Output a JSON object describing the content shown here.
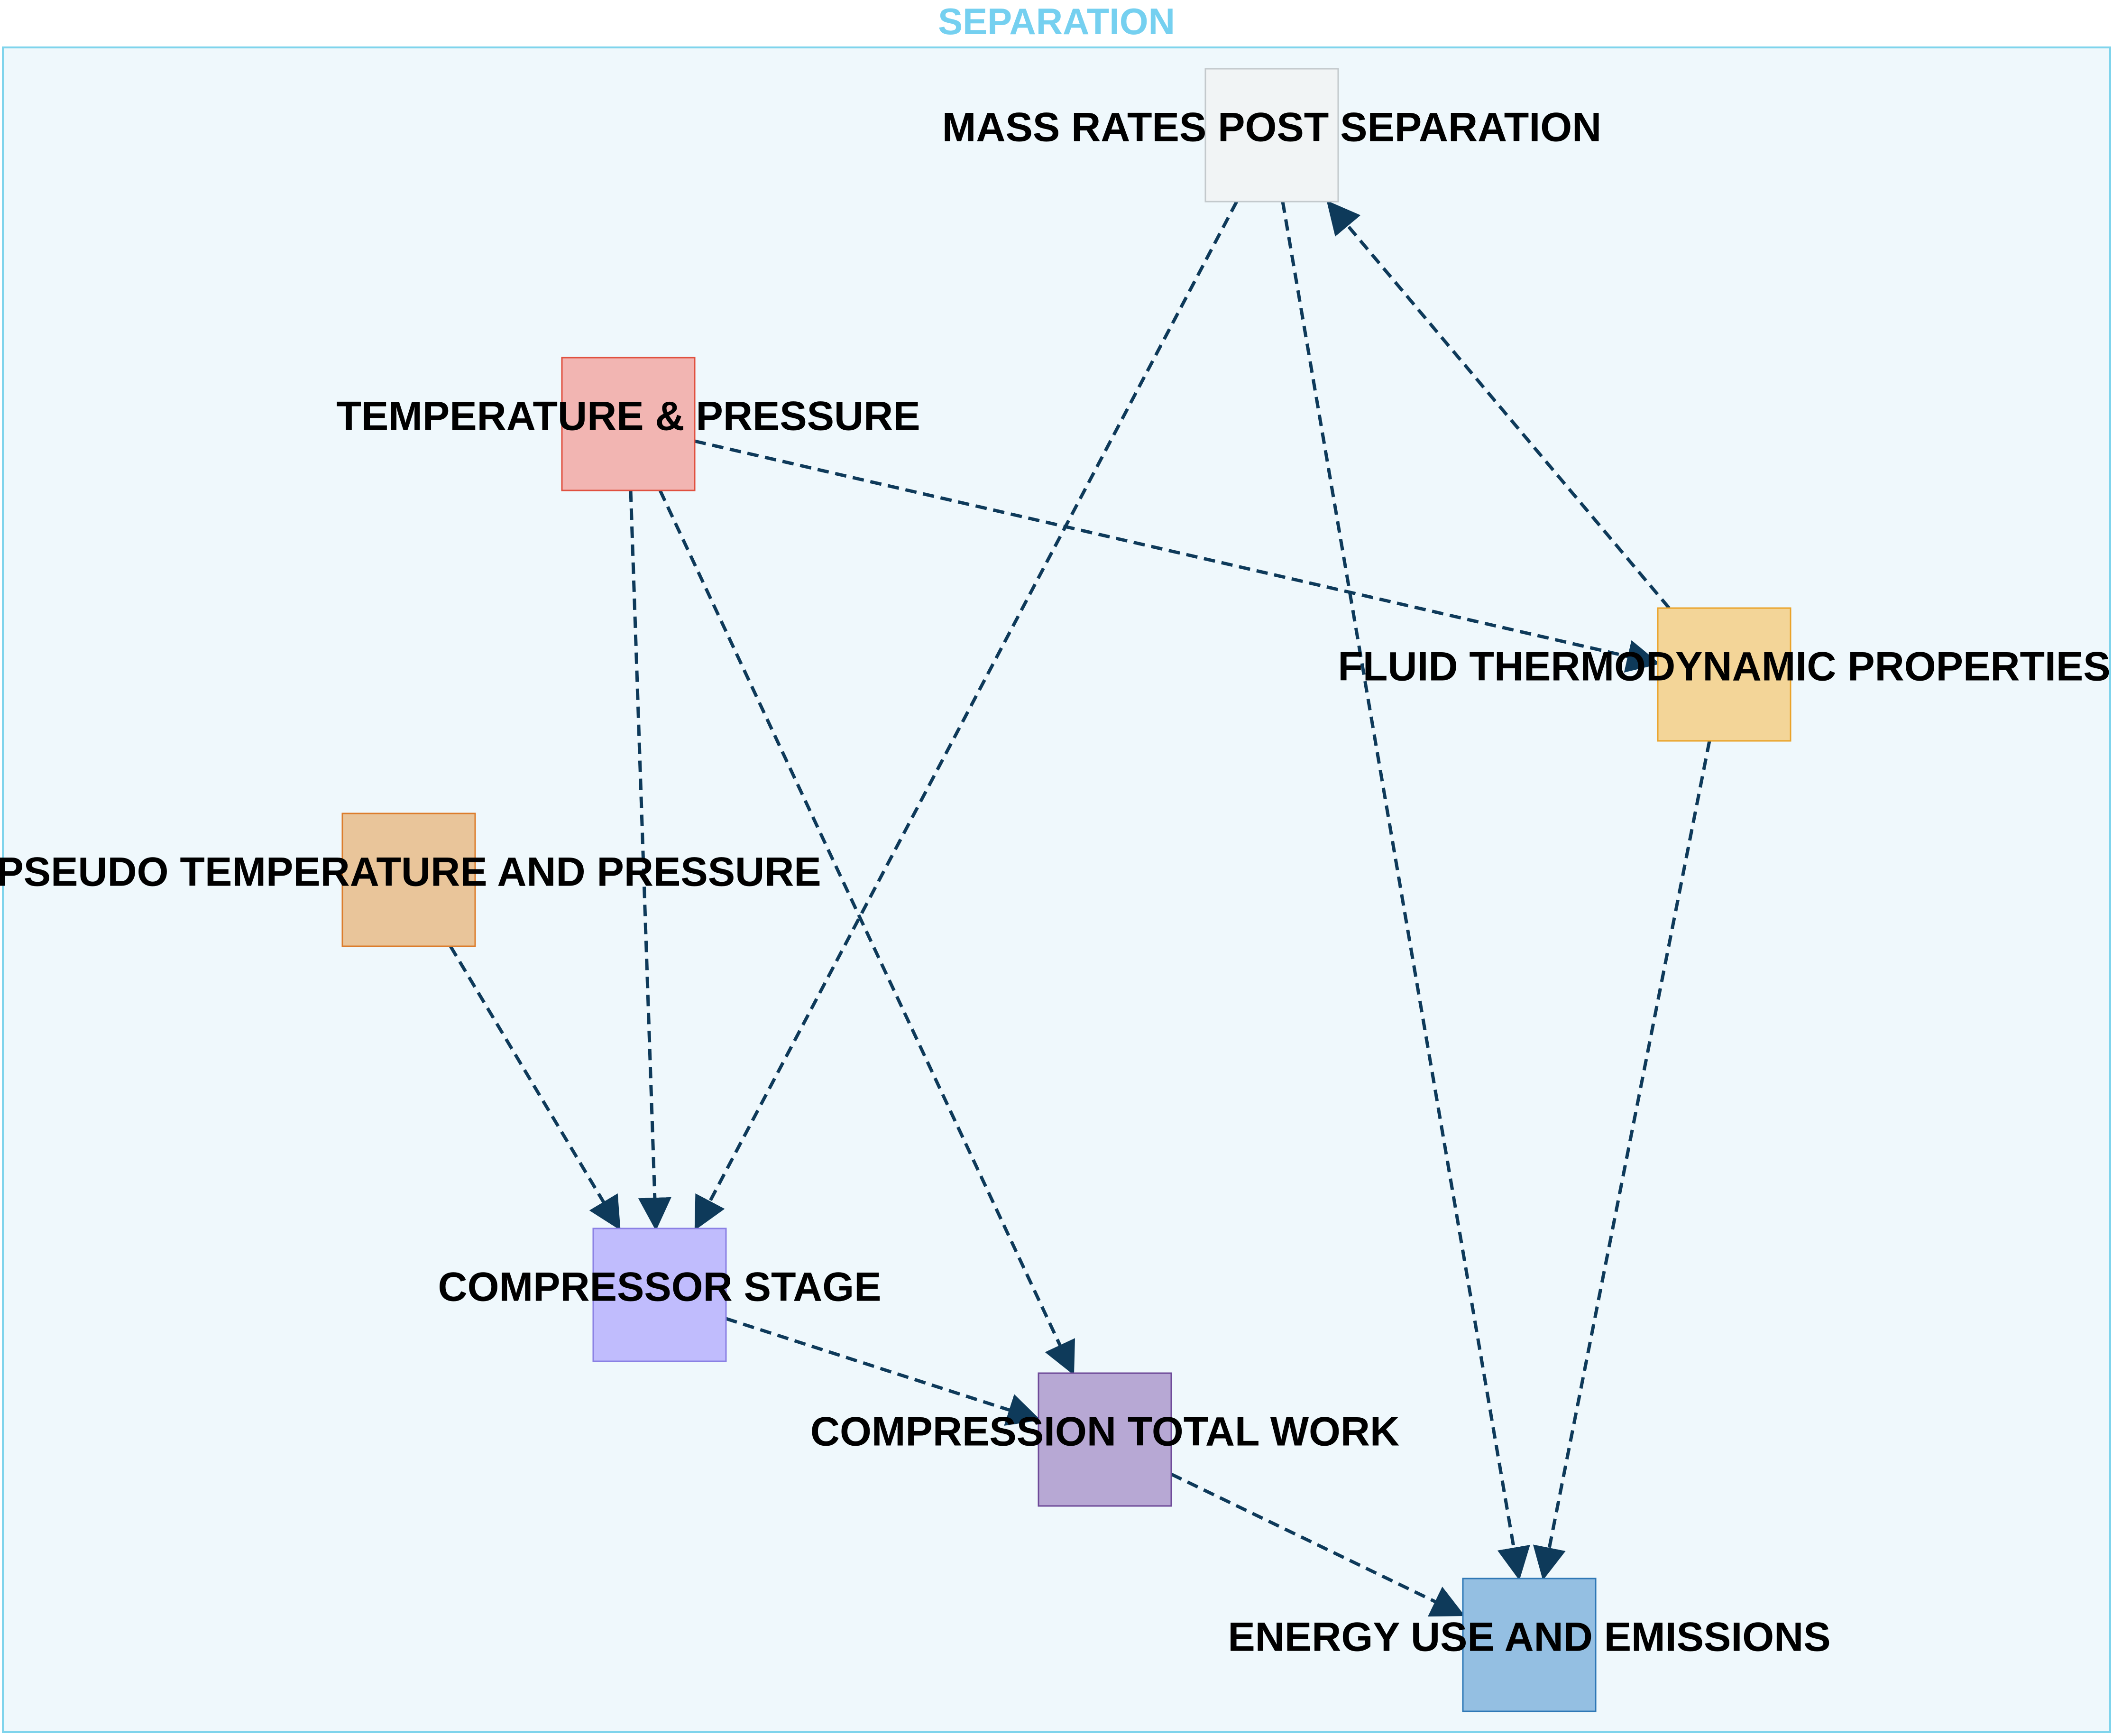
{
  "group": {
    "title": "SEPARATION",
    "fill": "#eff8fc",
    "stroke": "#7fd4ec"
  },
  "edge_color": "#0e3a5a",
  "nodes": {
    "mass_rates": {
      "label": "MASS RATES POST SEPARATION",
      "fill": "#f1f4f5",
      "stroke": "#c3c9cc"
    },
    "temp_pressure": {
      "label": "TEMPERATURE & PRESSURE",
      "fill": "#f2b5b2",
      "stroke": "#e0503f"
    },
    "fluid_props": {
      "label": "FLUID THERMODYNAMIC PROPERTIES",
      "fill": "#f3d598",
      "stroke": "#eaa32a"
    },
    "pseudo_tp": {
      "label": "PSEUDO TEMPERATURE AND PRESSURE",
      "fill": "#e9c59a",
      "stroke": "#dc7d2c"
    },
    "compressor_stage": {
      "label": "COMPRESSOR STAGE",
      "fill": "#c0bcfd",
      "stroke": "#8a80e4"
    },
    "total_work": {
      "label": "COMPRESSION TOTAL WORK",
      "fill": "#b7a8d4",
      "stroke": "#6e4a99"
    },
    "energy": {
      "label": "ENERGY USE AND EMISSIONS",
      "fill": "#94bfe2",
      "stroke": "#2f78b6"
    }
  },
  "edges": [
    {
      "from": "mass_rates",
      "to": "compressor_stage"
    },
    {
      "from": "mass_rates",
      "to": "energy"
    },
    {
      "from": "fluid_props",
      "to": "mass_rates"
    },
    {
      "from": "temp_pressure",
      "to": "fluid_props"
    },
    {
      "from": "temp_pressure",
      "to": "compressor_stage"
    },
    {
      "from": "temp_pressure",
      "to": "total_work"
    },
    {
      "from": "pseudo_tp",
      "to": "compressor_stage"
    },
    {
      "from": "fluid_props",
      "to": "energy"
    },
    {
      "from": "compressor_stage",
      "to": "total_work"
    },
    {
      "from": "total_work",
      "to": "energy"
    }
  ]
}
